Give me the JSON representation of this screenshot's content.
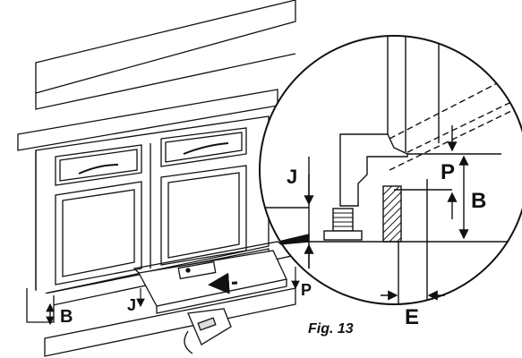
{
  "labels": {
    "J_main": "J",
    "B_main": "B",
    "P_main": "P",
    "J_detail": "J",
    "P_detail": "P",
    "B_detail": "B",
    "E_detail": "E"
  },
  "caption": "Fig. 13"
}
